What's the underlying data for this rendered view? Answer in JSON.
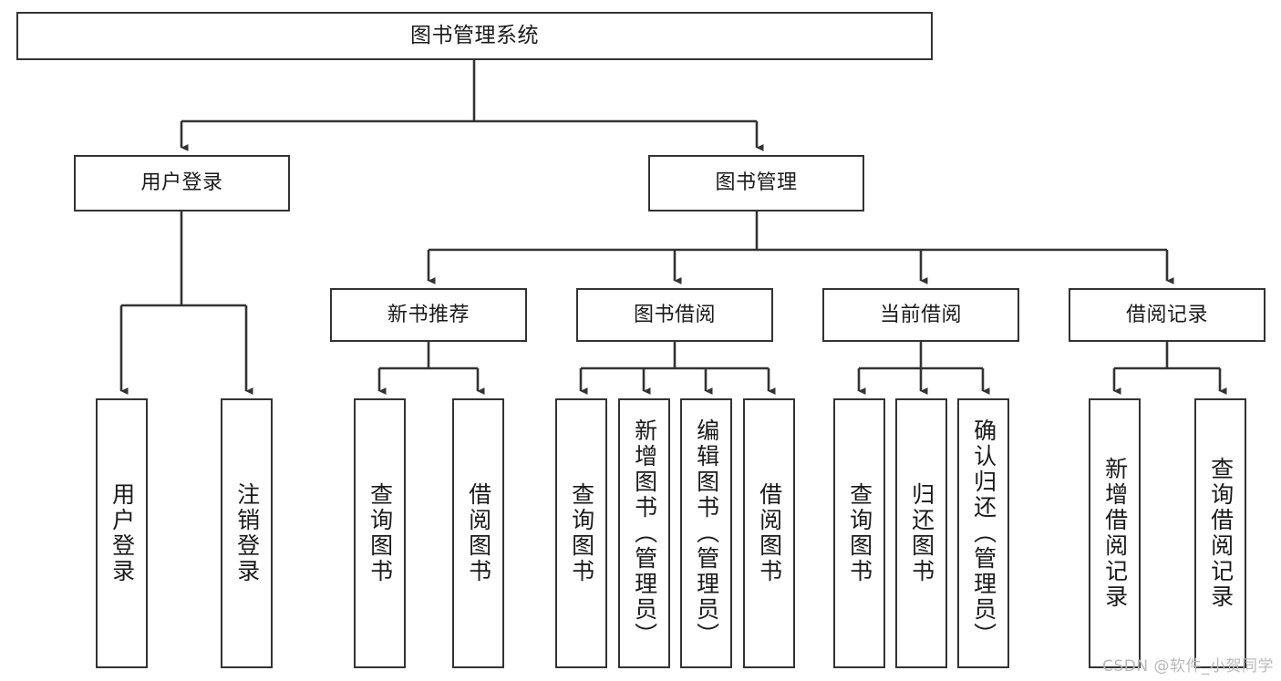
{
  "diagram": {
    "title": "图书管理系统",
    "type": "tree-hierarchy",
    "watermark": "CSDN @软件_小贺同学",
    "colors": {
      "box_border": "#333333",
      "box_fill": "#ffffff",
      "connector": "#333333",
      "text": "#1a1a1a",
      "watermark": "#b9b9b9",
      "background": "#ffffff"
    },
    "root": {
      "label": "图书管理系统"
    },
    "level2": [
      {
        "id": "user-login",
        "label": "用户登录"
      },
      {
        "id": "book-manage",
        "label": "图书管理"
      }
    ],
    "level3": [
      {
        "id": "new-book-recommend",
        "label": "新书推荐"
      },
      {
        "id": "book-borrow",
        "label": "图书借阅"
      },
      {
        "id": "current-borrow",
        "label": "当前借阅"
      },
      {
        "id": "borrow-record",
        "label": "借阅记录"
      }
    ],
    "leaves": {
      "user_login": [
        {
          "id": "leaf-user-login",
          "label": "用户登录"
        },
        {
          "id": "leaf-logout",
          "label": "注销登录"
        }
      ],
      "new_book_recommend": [
        {
          "id": "leaf-query-book-1",
          "label": "查询图书"
        },
        {
          "id": "leaf-borrow-book-1",
          "label": "借阅图书"
        }
      ],
      "book_borrow": [
        {
          "id": "leaf-query-book-2",
          "label": "查询图书"
        },
        {
          "id": "leaf-add-book",
          "label": "新增图书（管理员）"
        },
        {
          "id": "leaf-edit-book",
          "label": "编辑图书（管理员）"
        },
        {
          "id": "leaf-borrow-book-2",
          "label": "借阅图书"
        }
      ],
      "current_borrow": [
        {
          "id": "leaf-query-book-3",
          "label": "查询图书"
        },
        {
          "id": "leaf-return-book",
          "label": "归还图书"
        },
        {
          "id": "leaf-confirm-return",
          "label": "确认归还（管理员）"
        }
      ],
      "borrow_record": [
        {
          "id": "leaf-add-record",
          "label": "新增借阅记录"
        },
        {
          "id": "leaf-query-record",
          "label": "查询借阅记录"
        }
      ]
    }
  }
}
